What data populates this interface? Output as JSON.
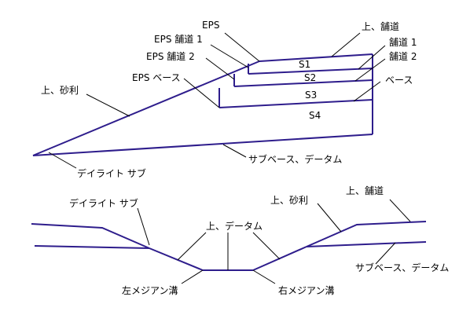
{
  "colors": {
    "structure": "#2e1d8c",
    "leader": "#000000",
    "text": "#000000"
  },
  "top_section": {
    "labels": {
      "eps": "EPS",
      "eps_pave1": "EPS 舗道 1",
      "eps_pave2": "EPS 舗道 2",
      "eps_base": "EPS ベース",
      "top_gravel": "上、砂利",
      "daylight_sub": "デイライト サブ",
      "subbase_datum": "サブベース、データム",
      "top_pave": "上、舗道",
      "pave1": "舗道 1",
      "pave2": "舗道 2",
      "base": "ベース"
    },
    "layers": {
      "s1": "S1",
      "s2": "S2",
      "s3": "S3",
      "s4": "S4"
    }
  },
  "bottom_section": {
    "labels": {
      "daylight_sub": "デイライト サブ",
      "top_datum": "上、データム",
      "top_gravel": "上、砂利",
      "top_pave": "上、舗道",
      "subbase_datum": "サブベース、データム",
      "left_ditch": "左メジアン溝",
      "right_ditch": "右メジアン溝"
    }
  }
}
